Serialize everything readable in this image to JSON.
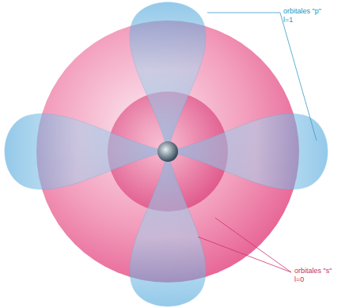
{
  "diagram": {
    "labels": [
      "orbitales \"p\"",
      "l=1",
      "orbitales \"s\"",
      "l=0"
    ]
  }
}
